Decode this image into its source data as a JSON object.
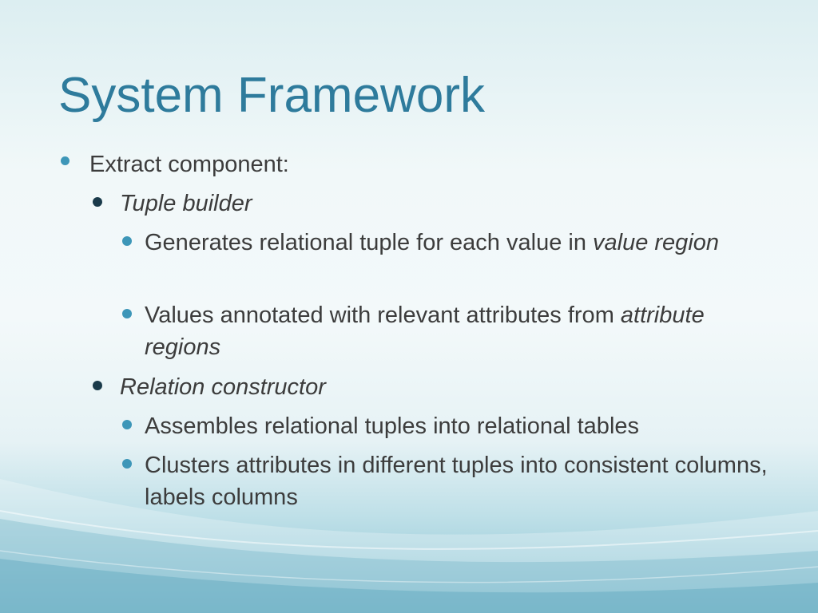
{
  "slide": {
    "title": "System Framework",
    "items": [
      {
        "level": 1,
        "parts": [
          {
            "text": "Extract component:"
          }
        ]
      },
      {
        "level": 2,
        "parts": [
          {
            "text": "Tuple builder",
            "italic": true
          }
        ]
      },
      {
        "level": 3,
        "parts": [
          {
            "text": "Generates relational tuple for each value in "
          },
          {
            "text": "value region",
            "italic": true
          }
        ]
      },
      {
        "level": 3,
        "parts": [
          {
            "text": "Values annotated with relevant attributes from "
          },
          {
            "text": "attribute regions",
            "italic": true
          }
        ]
      },
      {
        "level": 2,
        "parts": [
          {
            "text": "Relation constructor",
            "italic": true
          }
        ]
      },
      {
        "level": 3,
        "parts": [
          {
            "text": "Assembles relational tuples into relational tables"
          }
        ]
      },
      {
        "level": 3,
        "parts": [
          {
            "text": "Clusters attributes in different tuples into consistent columns, labels columns"
          }
        ]
      }
    ]
  },
  "colors": {
    "title": "#2e7b9c",
    "body_text": "#3c3c3c",
    "bullet_primary": "#3d96b8",
    "bullet_secondary": "#1a3a4a"
  }
}
